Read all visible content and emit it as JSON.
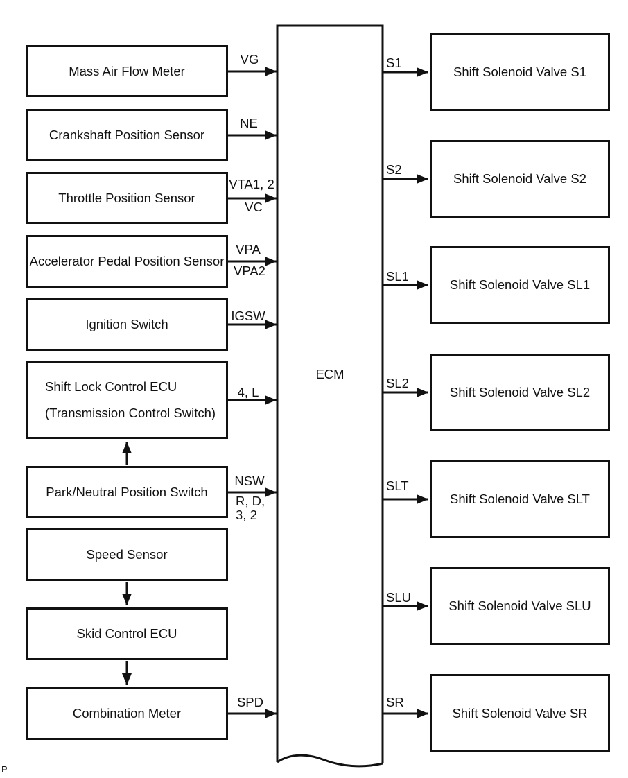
{
  "diagram": {
    "ecm": {
      "label": "ECM"
    },
    "footnote": "P",
    "colors": {
      "line": "#111111",
      "background": "#ffffff",
      "text": "#111111"
    },
    "inputs": [
      {
        "label": "Mass Air Flow Meter",
        "signal_above": "VG"
      },
      {
        "label": "Crankshaft Position Sensor",
        "signal_above": "NE"
      },
      {
        "label": "Throttle Position Sensor",
        "signal_above": "VTA1, 2",
        "signal_below": "VC"
      },
      {
        "label": "Accelerator Pedal Position Sensor",
        "signal_above": "VPA",
        "signal_below": "VPA2"
      },
      {
        "label": "Ignition Switch",
        "signal_above": "IGSW"
      },
      {
        "label_line1": "Shift Lock Control ECU",
        "label_line2": "(Transmission Control Switch)",
        "signal_above": "4, L"
      },
      {
        "label": "Park/Neutral Position Switch",
        "signal_above": "NSW",
        "signal_below_line1": "R, D,",
        "signal_below_line2": "3, 2"
      },
      {
        "label": "Speed Sensor"
      },
      {
        "label": "Skid Control ECU"
      },
      {
        "label": "Combination Meter",
        "signal_above": "SPD"
      }
    ],
    "outputs": [
      {
        "signal": "S1",
        "label": "Shift Solenoid Valve S1"
      },
      {
        "signal": "S2",
        "label": "Shift Solenoid Valve S2"
      },
      {
        "signal": "SL1",
        "label": "Shift Solenoid Valve SL1"
      },
      {
        "signal": "SL2",
        "label": "Shift Solenoid Valve SL2"
      },
      {
        "signal": "SLT",
        "label": "Shift Solenoid Valve SLT"
      },
      {
        "signal": "SLU",
        "label": "Shift Solenoid Valve SLU"
      },
      {
        "signal": "SR",
        "label": "Shift Solenoid Valve SR"
      }
    ],
    "internal_arrows": [
      "Park/Neutral Position Switch -> Shift Lock Control ECU",
      "Speed Sensor -> Skid Control ECU",
      "Skid Control ECU -> Combination Meter"
    ]
  }
}
